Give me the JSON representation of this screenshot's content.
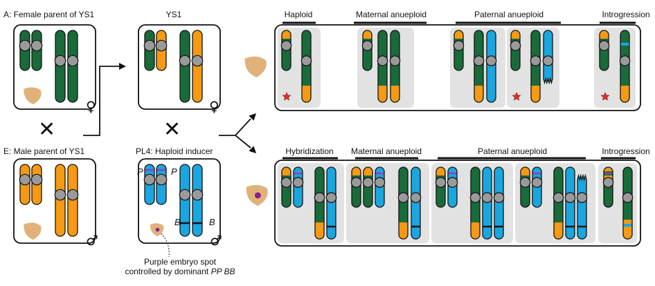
{
  "colors": {
    "green": "#1a6b3a",
    "orange": "#f59a12",
    "blue": "#1aa6df",
    "gray_node": "#9a9a9a",
    "seed": "#e0b27a",
    "spot": "#8a1d8c",
    "star": "#e0302a",
    "bar_purple": "#9b3bbd",
    "panel_bg": "#e2e2e2"
  },
  "left": {
    "a_label": "A: Female parent of YS1",
    "ys1_label": "YS1",
    "e_label": "E: Male parent of YS1",
    "pl4_label": "PL4: Haploid inducer",
    "p_left": "P",
    "p_right": "P",
    "b_left": "B",
    "b_right": "B",
    "female_symbol": "♀",
    "male_symbol": "♂",
    "cross_symbol": "✕",
    "caption_line1": "Purple embryo spot",
    "caption_line2_prefix": "controlled by dominant ",
    "caption_line2_italic": "PP BB"
  },
  "top_row": {
    "headers": [
      "Haploid",
      "Maternal anueploid",
      "Paternal anueploid",
      "Introgression"
    ]
  },
  "bottom_row": {
    "headers": [
      "Hybridization",
      "Maternal anueploid",
      "Paternal anueploid",
      "Introgression"
    ]
  }
}
